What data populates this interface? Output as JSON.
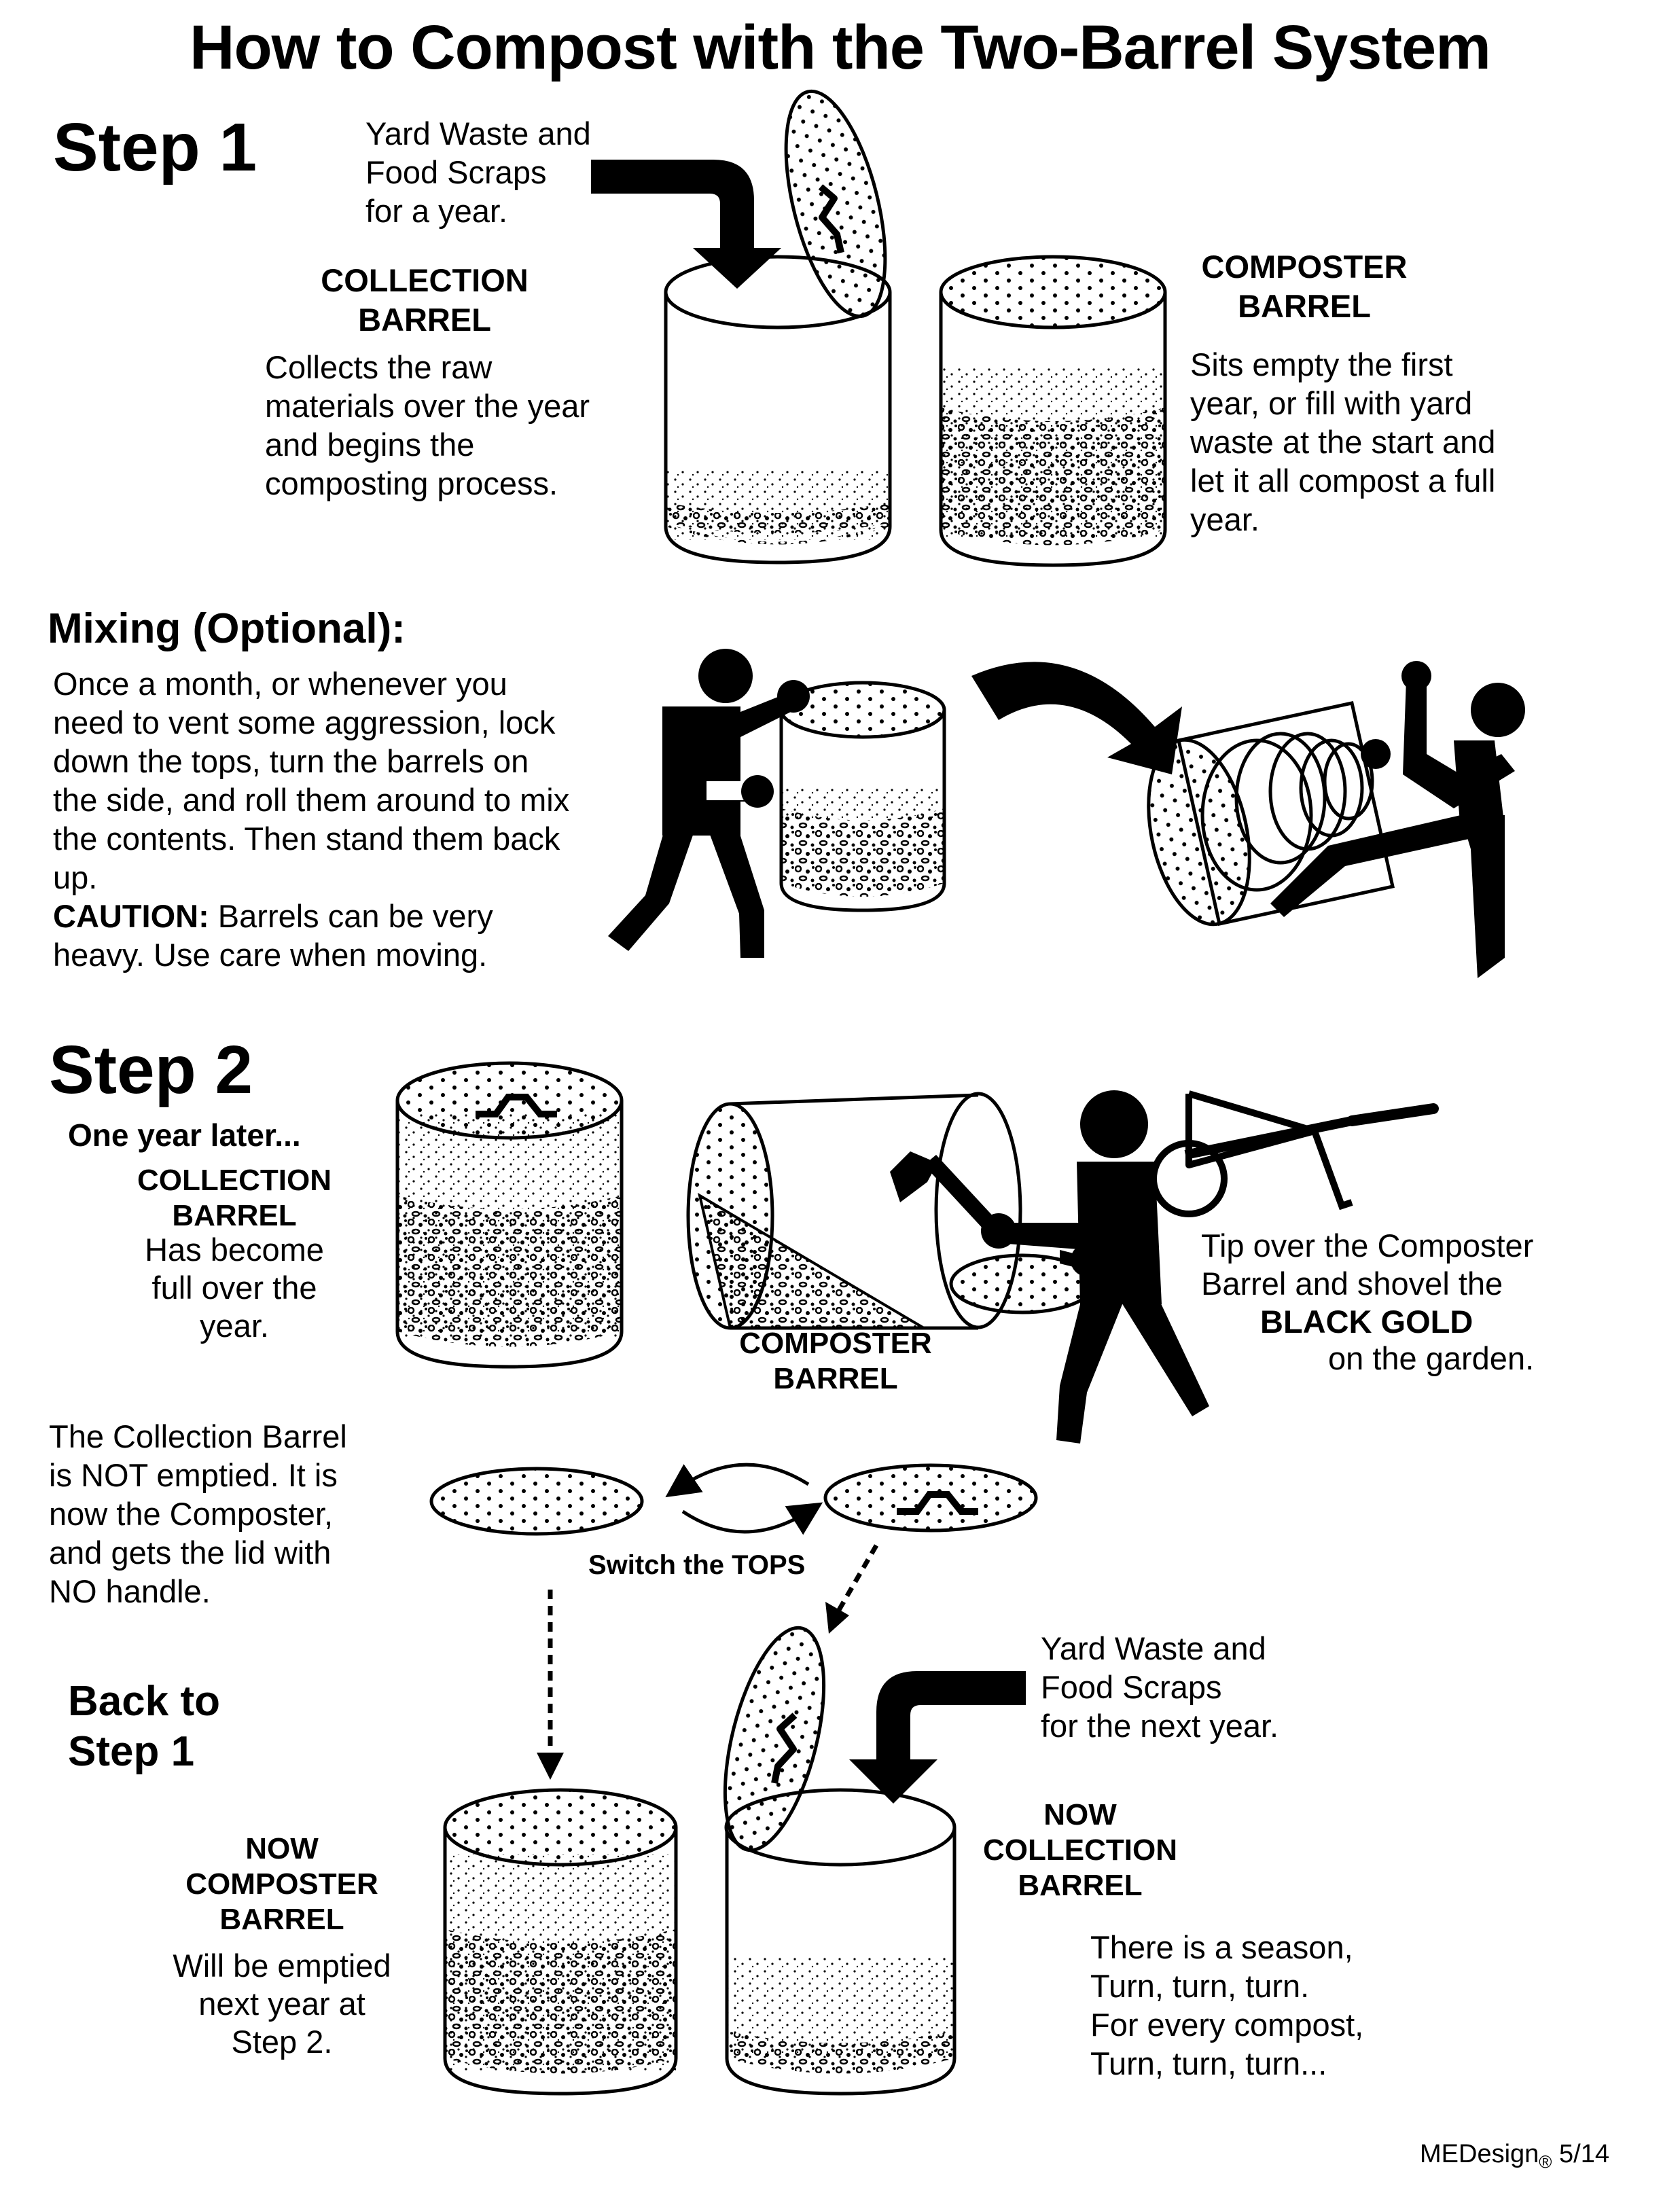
{
  "title": "How to Compost with the Two-Barrel System",
  "step1": {
    "heading": "Step 1",
    "input_note": "Yard Waste and\nFood Scraps\nfor a year.",
    "collection_label": "COLLECTION\nBARREL",
    "collection_desc": "Collects the raw\nmaterials over the year\nand begins the\ncomposting process.",
    "composter_label": "COMPOSTER\nBARREL",
    "composter_desc": "Sits empty the first\nyear, or fill with yard\nwaste at the start and\nlet it all compost a full\nyear."
  },
  "mixing": {
    "heading": "Mixing (Optional):",
    "desc": "Once a month, or whenever you\nneed to vent some aggression, lock\ndown the tops,  turn the barrels on\nthe side, and roll them around to mix\nthe contents.  Then stand them back\nup.",
    "caution_label": "CAUTION:",
    "caution_text": "  Barrels can be very\nheavy.  Use care when moving."
  },
  "step2": {
    "heading": "Step 2",
    "subheading": "One year later...",
    "collection_label": "COLLECTION\nBARREL",
    "collection_desc": "Has become\nfull over the\nyear.",
    "composter_label": "COMPOSTER\nBARREL",
    "tip_text": "Tip over the Composter\nBarrel and shovel the",
    "tip_bold": "BLACK GOLD",
    "tip_end": "on the garden.",
    "switch_note": "The Collection Barrel\nis NOT emptied.  It is\nnow the Composter,\nand gets the lid with\nNO handle.",
    "switch_label": "Switch the TOPS"
  },
  "back": {
    "heading": "Back to\nStep 1",
    "input_note": "Yard Waste and\nFood Scraps\nfor the next year.",
    "now_composter_label": "NOW\nCOMPOSTER\nBARREL",
    "now_composter_desc": "Will be emptied\nnext year at\nStep 2.",
    "now_collection_label": "NOW\nCOLLECTION\nBARREL",
    "verse": "There is a season,\n Turn, turn, turn.\n   For every compost,\n  Turn, turn, turn..."
  },
  "footer": {
    "brand": "MEDesign",
    "mark": "®",
    "date": " 5/14"
  }
}
